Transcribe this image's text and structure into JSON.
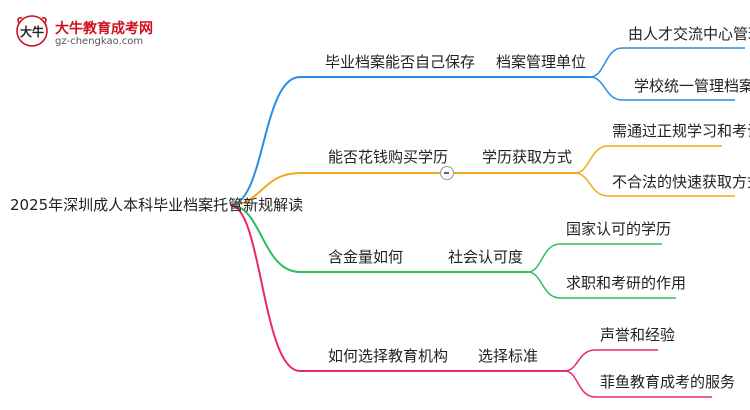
{
  "logo": {
    "title": "大牛教育成考网",
    "url": "gz-chengkao.com",
    "mark_text": "大牛"
  },
  "colors": {
    "blue": "#2a8ce8",
    "orange": "#f0a81c",
    "green": "#2bbf5a",
    "pink": "#e8286e"
  },
  "mindmap": {
    "root": "2025年深圳成人本科毕业档案托管新规解读",
    "branches": [
      {
        "label": "毕业档案能否自己保存",
        "sub": "档案管理单位",
        "leaves": [
          "由人才交流中心管理",
          "学校统一管理档案"
        ]
      },
      {
        "label": "能否花钱购买学历",
        "sub": "学历获取方式",
        "leaves": [
          "需通过正规学习和考试",
          "不合法的快速获取方式"
        ]
      },
      {
        "label": "含金量如何",
        "sub": "社会认可度",
        "leaves": [
          "国家认可的学历",
          "求职和考研的作用"
        ]
      },
      {
        "label": "如何选择教育机构",
        "sub": "选择标准",
        "leaves": [
          "声誉和经验",
          "菲鱼教育成考的服务"
        ]
      }
    ]
  }
}
